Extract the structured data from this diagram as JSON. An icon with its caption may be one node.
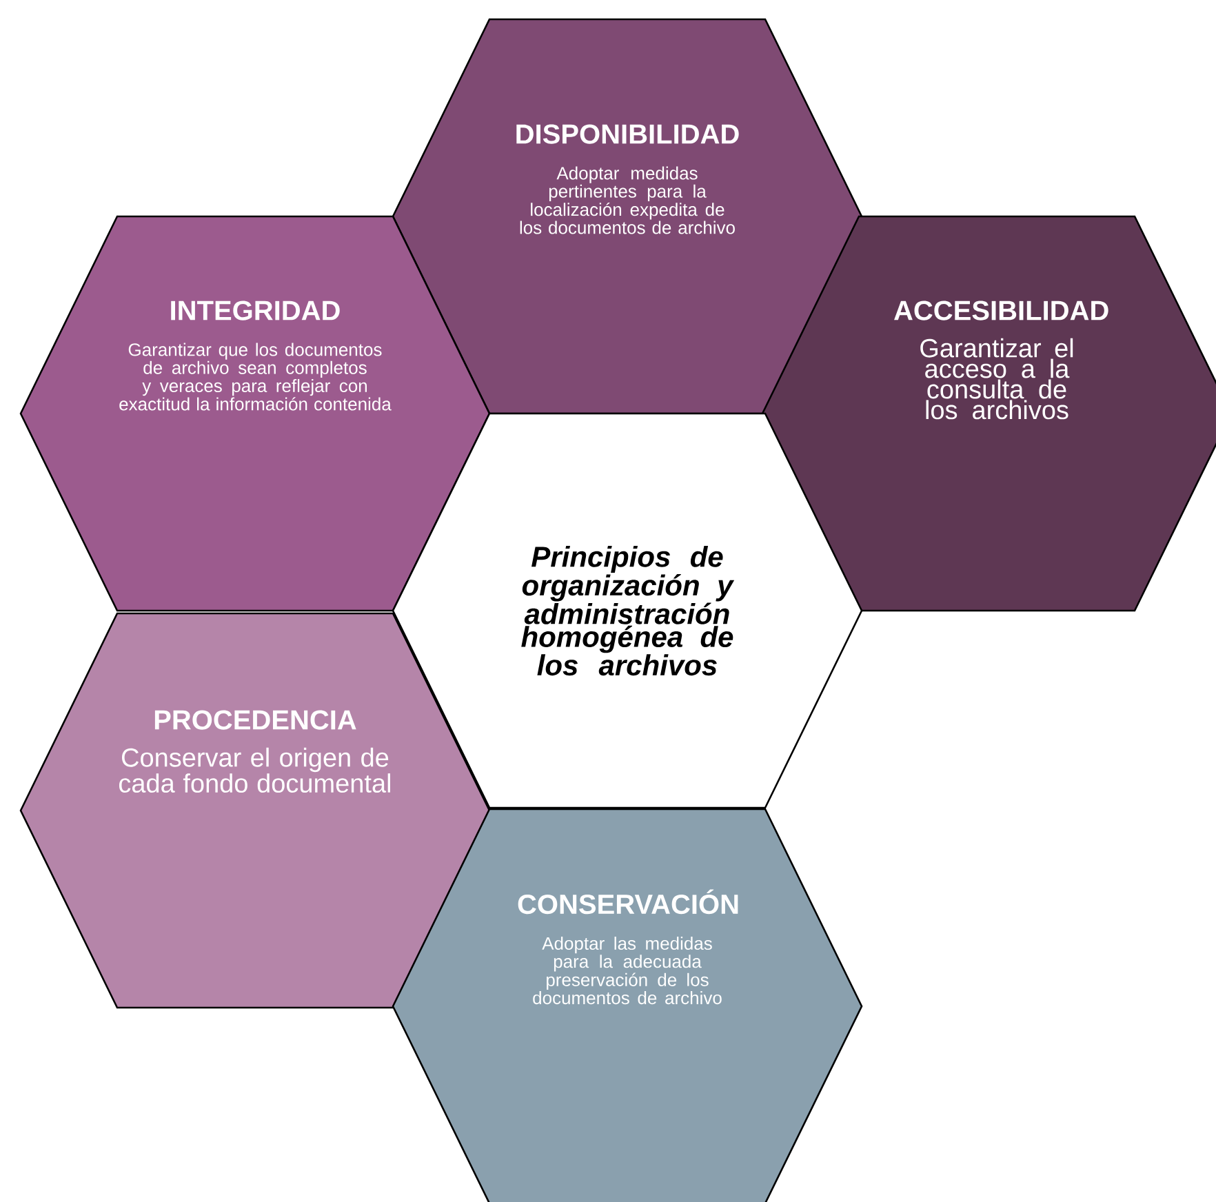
{
  "diagram": {
    "nodes": [
      {
        "text": [
          "DISPONIBILIDAD",
          "Adoptar medidas pertinentes para la localización expedita de los documentos de archivo"
        ]
      },
      {
        "text": [
          "INTEGRIDAD",
          "Garantizar que los documentos de archivo sean completos y veraces para reflejar con exactitud la información contenida"
        ]
      },
      {
        "text": [
          "ACCESIBILIDAD",
          "Garantizar el acceso a la consulta de los archivos"
        ]
      },
      {
        "text": [
          "Principios de organización y administración homogénea de los archivos"
        ]
      },
      {
        "text": [
          "PROCEDENCIA",
          "Conservar el origen de cada fondo documental"
        ]
      },
      {
        "text": [
          "CONSERVACIÓN",
          "Adoptar las medidas para la adecuada preservación de los documentos de archivo"
        ]
      }
    ]
  }
}
